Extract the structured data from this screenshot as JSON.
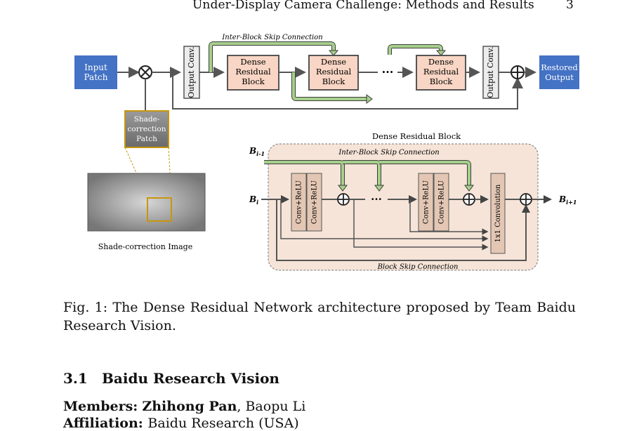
{
  "header": {
    "title": "Under-Display Camera Challenge: Methods and Results",
    "page_number": "3"
  },
  "figure": {
    "top": {
      "input_line1": "Input",
      "input_line2": "Patch",
      "output_conv": "Output Conv.",
      "dense_line1": "Dense",
      "dense_line2": "Residual",
      "dense_line3": "Block",
      "ellipsis": "···",
      "restored_line1": "Restored",
      "restored_line2": "Output",
      "skip_label": "Inter-Block Skip Connection",
      "shade_line1": "Shade-",
      "shade_line2": "correction",
      "shade_line3": "Patch",
      "shade_image_label": "Shade-correction Image"
    },
    "block": {
      "title": "Dense Residual Block",
      "inter_label": "Inter-Block Skip Connection",
      "block_skip_label": "Block Skip Connection",
      "conv": "Conv+ReLU",
      "conv1x1": "1x1 Convolution",
      "b_prev": "B",
      "b_prev_sub": "i-1",
      "b_cur": "B",
      "b_cur_sub": "i",
      "b_next": "B",
      "b_next_sub": "i+1",
      "ellipsis": "···"
    },
    "colors": {
      "blue": "#4472c4",
      "dense_fill": "#f8d5c4",
      "block_bg": "#f6e4d8",
      "green": "#a6d08c",
      "gold": "#c8960c"
    }
  },
  "caption": "Fig. 1: The Dense Residual Network architecture proposed by Team Baidu Research Vision.",
  "section": {
    "number": "3.1",
    "title": "Baidu Research Vision"
  },
  "members": {
    "label": "Members:",
    "lead": "Zhihong Pan",
    "rest": ", Baopu Li"
  },
  "affiliation": {
    "label": "Affiliation:",
    "value": "Baidu Research (USA)"
  }
}
